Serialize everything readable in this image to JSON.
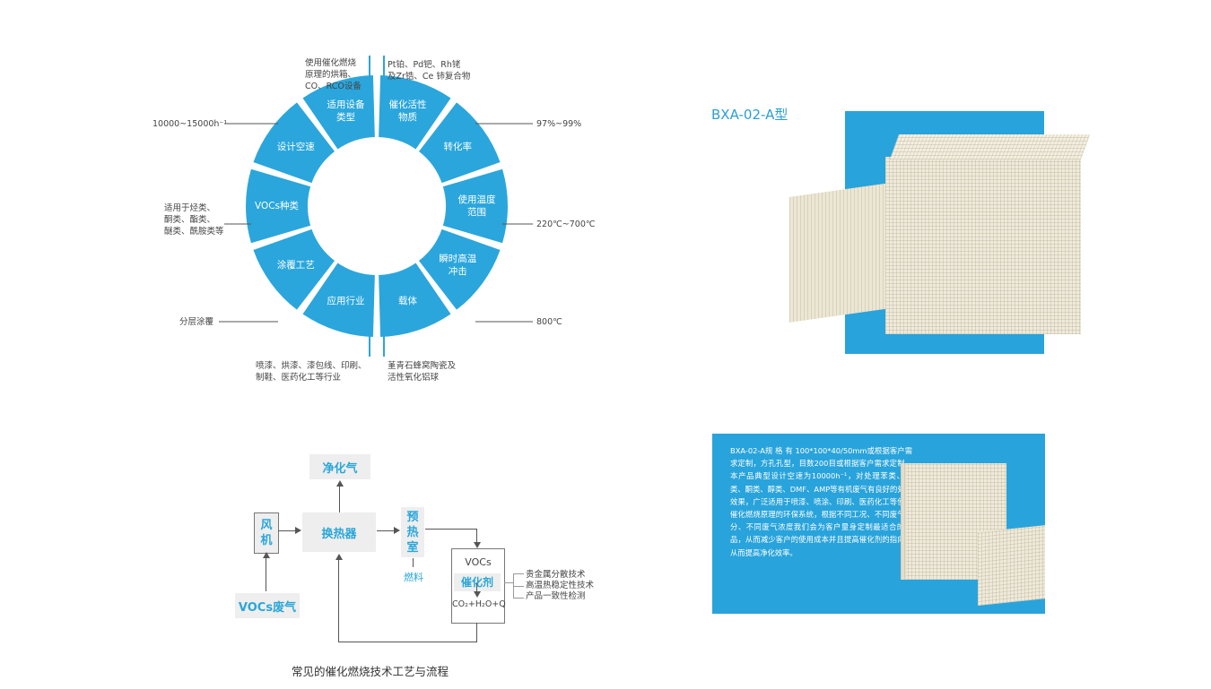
{
  "wheel": {
    "segments": [
      {
        "label": "催化活性\n物质",
        "note": "Pt铂、Pd钯、Rh铑\n及Zr锆、Ce 铈复合物"
      },
      {
        "label": "转化率",
        "note": "97%~99%"
      },
      {
        "label": "使用温度\n范围",
        "note": "220℃~700℃"
      },
      {
        "label": "瞬时高温\n冲击",
        "note": "800℃"
      },
      {
        "label": "载体",
        "note": "堇青石蜂窝陶瓷及\n活性氧化铝球"
      },
      {
        "label": "应用行业",
        "note": "喷漆、烘漆、漆包线、印刷、\n制鞋、医药化工等行业"
      },
      {
        "label": "涂覆工艺",
        "note": "分层涂覆"
      },
      {
        "label": "VOCs种类",
        "note": "适用于烃类、\n酮类、酯类、\n醚类、酰胺类等"
      },
      {
        "label": "设计空速",
        "note": "10000~15000h⁻¹"
      },
      {
        "label": "适用设备\n类型",
        "note": "使用催化燃烧\n原理的烘箱、\nCO、RCO设备"
      }
    ],
    "colors": {
      "segment": "#2aa6dc"
    }
  },
  "flow": {
    "purified_gas": "净化气",
    "fan": "风\n机",
    "heat_exchanger": "换热器",
    "preheat_chamber": "预\n热\n室",
    "fuel": "燃料",
    "vocs_inlet": "VOCs废气",
    "reactor": {
      "top": "VOCs",
      "catalyst": "催化剂",
      "bottom": "CO₂+H₂O+Q"
    },
    "catalyst_features": [
      "贵金属分散技术",
      "高温热稳定性技术",
      "产品一致性检测"
    ],
    "caption": "常见的催化燃烧技术工艺与流程"
  },
  "product": {
    "model_title": "BXA-02-A型",
    "description": "BXA-02-A规 格 有 100*100*40/50mm或根据客户需求定制，方孔孔型，目数200目或根据客户需求定制，本产品典型设计空速为10000h⁻¹，对处理苯类、酯类、酮类、醇类、DMF、AMP等有机废气有良好的处理效果，广泛适用于喷漆、喷涂、印刷、医药化工等使用催化燃烧原理的环保系统，根据不同工况、不同废气组分、不同废气浓度我们会为客户量身定制最适合的产品，从而减少客户的使用成本并且提高催化剂的指向性从而提高净化效率。",
    "colors": {
      "accent": "#29a3db",
      "ceramic": "#efeadb"
    }
  }
}
